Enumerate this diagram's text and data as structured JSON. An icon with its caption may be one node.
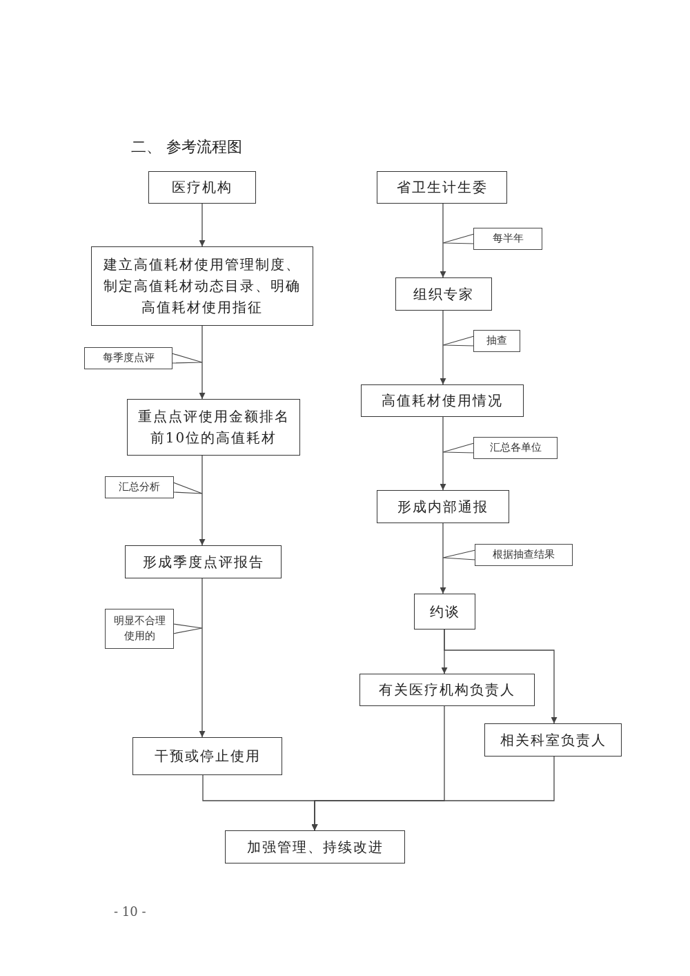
{
  "diagram": {
    "title": "二、 参考流程图",
    "nodes": [
      {
        "text": [
          "医疗机构"
        ]
      },
      {
        "text": [
          "建立高值耗材使用管理制度、制定高值耗材动态目录、明确高值耗材使用指征"
        ]
      },
      {
        "text": [
          "重点点评使用金额排名前10位的高值耗材"
        ]
      },
      {
        "text": [
          "形成季度点评报告"
        ]
      },
      {
        "text": [
          "干预或停止使用"
        ]
      },
      {
        "text": [
          "省卫生计生委"
        ]
      },
      {
        "text": [
          "组织专家"
        ]
      },
      {
        "text": [
          "高值耗材使用情况"
        ]
      },
      {
        "text": [
          "形成内部通报"
        ]
      },
      {
        "text": [
          "约谈"
        ]
      },
      {
        "text": [
          "有关医疗机构负责人"
        ]
      },
      {
        "text": [
          "相关科室负责人"
        ]
      },
      {
        "text": [
          "加强管理、持续改进"
        ]
      }
    ],
    "edges": [
      {
        "from": 0,
        "to": 1,
        "arrow": "to"
      },
      {
        "from": 1,
        "to": 2,
        "arrow": "to",
        "label": "每季度点评"
      },
      {
        "from": 2,
        "to": 3,
        "arrow": "to",
        "label": "汇总分析"
      },
      {
        "from": 3,
        "to": 4,
        "arrow": "to",
        "label": "明显不合理使用的"
      },
      {
        "from": 5,
        "to": 6,
        "arrow": "to",
        "label": "每半年"
      },
      {
        "from": 6,
        "to": 7,
        "arrow": "to",
        "label": "抽查"
      },
      {
        "from": 7,
        "to": 8,
        "arrow": "to",
        "label": "汇总各单位"
      },
      {
        "from": 8,
        "to": 9,
        "arrow": "to",
        "label": "根据抽查结果"
      },
      {
        "from": 9,
        "to": 10,
        "arrow": "to"
      },
      {
        "from": 9,
        "to": 11,
        "arrow": "to"
      },
      {
        "from": 4,
        "to": 12,
        "arrow": "to"
      },
      {
        "from": 10,
        "to": 12,
        "arrow": "to"
      },
      {
        "from": 11,
        "to": 12,
        "arrow": "to"
      }
    ],
    "labels": [
      "- 10 -"
    ]
  }
}
